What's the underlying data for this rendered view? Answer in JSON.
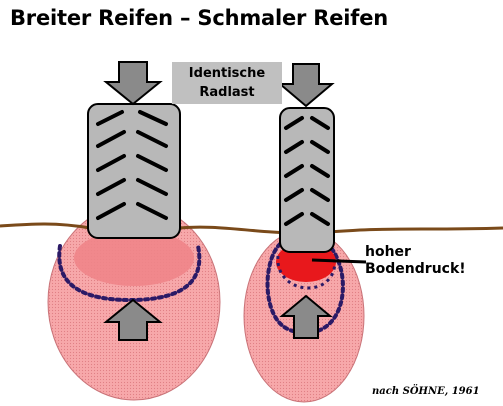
{
  "title": "Breiter Reifen – Schmaler Reifen",
  "center_label": {
    "line1": "Identische",
    "line2": "Radlast"
  },
  "pressure_label": {
    "line1": "hoher",
    "line2": "Bodendruck!"
  },
  "source": "nach SÖHNE, 1961",
  "colors": {
    "stress_zone": "#f7a8aa",
    "high_pressure": "#e8181c",
    "dotted_boundary": "#2b1a66",
    "tire": "#b8b8b8",
    "arrow": "#8a8a8a",
    "soil_line": "#7a4a1a",
    "label_box": "#c0c0c0"
  },
  "icons": {
    "load_arrow": "down-arrow-icon",
    "reaction_arrow": "up-arrow-icon"
  }
}
